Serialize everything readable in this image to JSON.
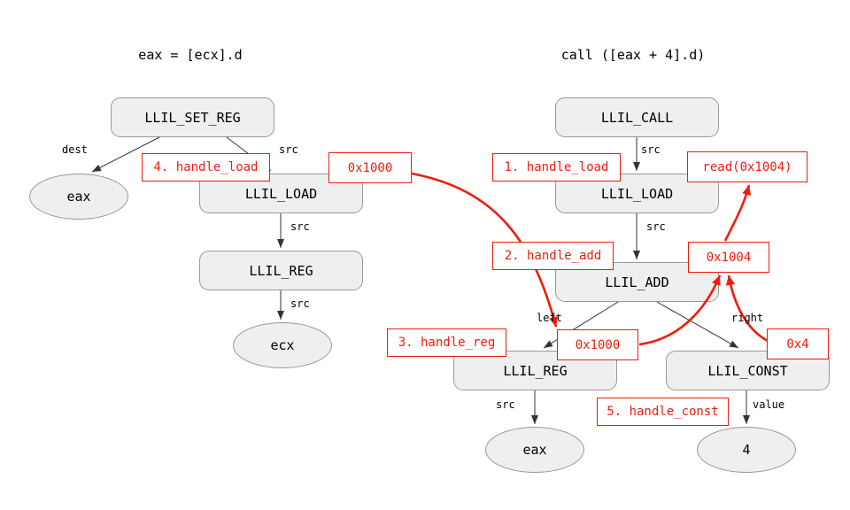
{
  "left_tree": {
    "title": "eax = [ecx].d",
    "nodes": {
      "set_reg": "LLIL_SET_REG",
      "load": "LLIL_LOAD",
      "reg": "LLIL_REG",
      "eax": "eax",
      "ecx": "ecx"
    }
  },
  "right_tree": {
    "title": "call ([eax + 4].d)",
    "nodes": {
      "call": "LLIL_CALL",
      "load": "LLIL_LOAD",
      "add": "LLIL_ADD",
      "reg": "LLIL_REG",
      "const": "LLIL_CONST",
      "eax": "eax",
      "four": "4"
    }
  },
  "edge_labels": {
    "dest": "dest",
    "src": "src",
    "left": "left",
    "right": "right",
    "value": "value"
  },
  "annotations": {
    "step1": "1. handle_load",
    "step2": "2. handle_add",
    "step3": "3. handle_reg",
    "step4": "4. handle_load",
    "step5": "5. handle_const",
    "value_0x1000_left": "0x1000",
    "value_0x1000_right": "0x1000",
    "value_0x1004": "0x1004",
    "value_0x4": "0x4",
    "read_result": "read(0x1004)"
  },
  "colors": {
    "annotation_red": "#ee1c0c",
    "node_fill": "#efefef",
    "node_border": "#999999",
    "edge_black": "#333333"
  }
}
